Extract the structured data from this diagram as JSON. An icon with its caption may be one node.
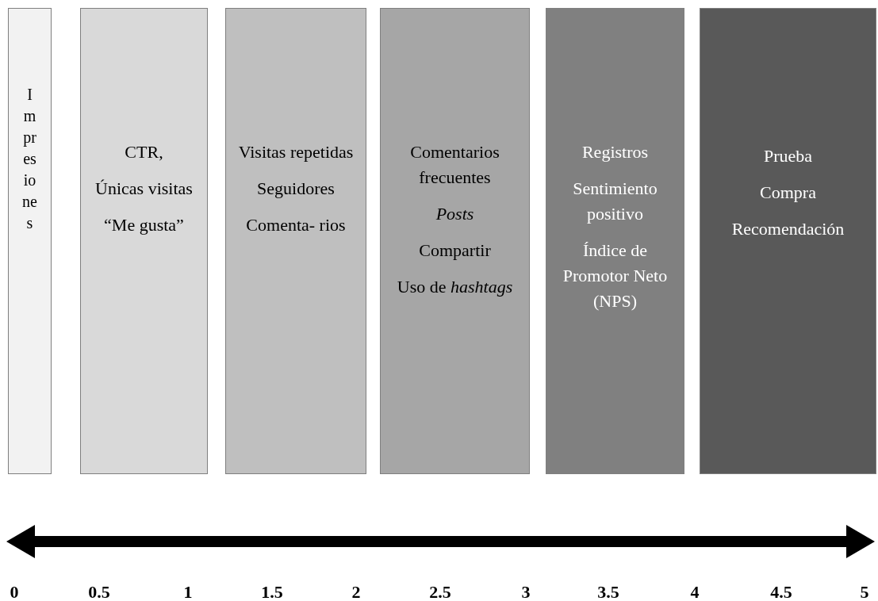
{
  "diagram": {
    "nodes": [
      {
        "text": [
          "Impresiones"
        ]
      },
      {
        "text": [
          "CTR,",
          "Únicas visitas",
          "“Me gusta”"
        ]
      },
      {
        "text": [
          "Visitas repetidas",
          "Seguidores",
          "Comenta- rios"
        ]
      },
      {
        "text": [
          "Comentarios frecuentes",
          "*Posts*",
          "Compartir",
          "Uso de *hashtags*"
        ]
      },
      {
        "text": [
          "Registros",
          "Sentimiento positivo",
          "Índice de Promotor Neto (NPS)"
        ]
      },
      {
        "text": [
          "Prueba",
          "Compra",
          "Recomendación"
        ]
      }
    ],
    "labels": [
      "0",
      "0.5",
      "1",
      "1.5",
      "2",
      "2.5",
      "3",
      "3.5",
      "4",
      "4.5",
      "5"
    ]
  }
}
